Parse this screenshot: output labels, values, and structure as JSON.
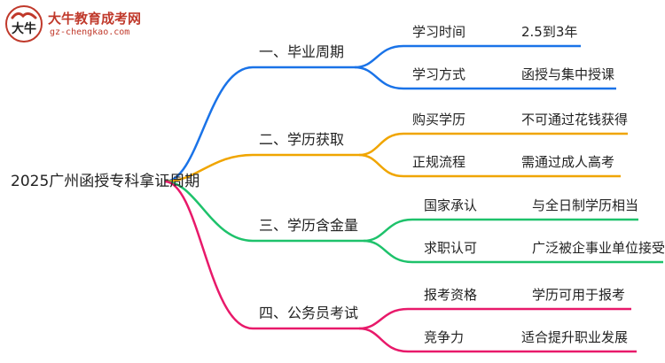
{
  "logo": {
    "title": "大牛教育成考网",
    "url": "gz-chengkao.com"
  },
  "root": "2025广州函授专科拿证周期",
  "colors": {
    "branch1": "#1a73e8",
    "branch2": "#f0a500",
    "branch3": "#1ec26b",
    "branch4": "#e8196a"
  },
  "branches": [
    {
      "label": "一、毕业周期",
      "children": [
        {
          "label": "学习时间",
          "value": "2.5到3年"
        },
        {
          "label": "学习方式",
          "value": "函授与集中授课"
        }
      ]
    },
    {
      "label": "二、学历获取",
      "children": [
        {
          "label": "购买学历",
          "value": "不可通过花钱获得"
        },
        {
          "label": "正规流程",
          "value": "需通过成人高考"
        }
      ]
    },
    {
      "label": "三、学历含金量",
      "children": [
        {
          "label": "国家承认",
          "value": "与全日制学历相当"
        },
        {
          "label": "求职认可",
          "value": "广泛被企事业单位接受"
        }
      ]
    },
    {
      "label": "四、公务员考试",
      "children": [
        {
          "label": "报考资格",
          "value": "学历可用于报考"
        },
        {
          "label": "竞争力",
          "value": "适合提升职业发展"
        }
      ]
    }
  ]
}
